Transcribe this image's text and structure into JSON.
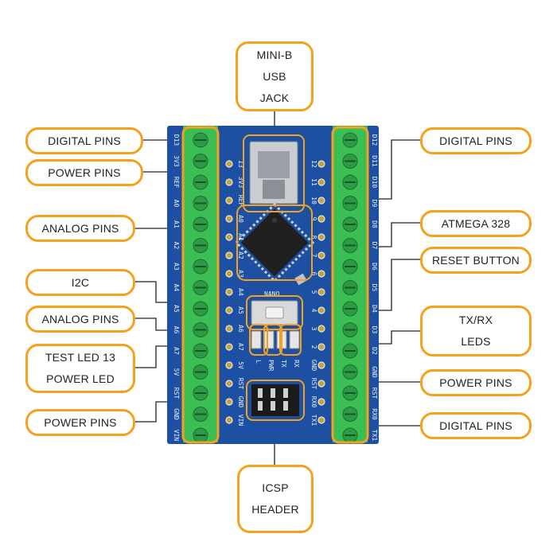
{
  "labels": {
    "mini_usb": [
      "MINI-B",
      "USB",
      "JACK"
    ],
    "digital_pins_top_left": "DIGITAL PINS",
    "power_pins_left": "POWER PINS",
    "analog_pins_left_1": "ANALOG PINS",
    "i2c": "I2C",
    "analog_pins_left_2": "ANALOG PINS",
    "test_led": [
      "TEST LED 13",
      "POWER LED"
    ],
    "power_pins_bottom_left": "POWER PINS",
    "digital_pins_top_right": "DIGITAL PINS",
    "atmega": "ATMEGA 328",
    "reset_button": "RESET BUTTON",
    "txrx": [
      "TX/RX",
      "LEDS"
    ],
    "power_pins_right": "POWER PINS",
    "digital_pins_bottom_right": "DIGITAL PINS",
    "icsp": [
      "ICSP",
      "HEADER"
    ]
  },
  "board": {
    "name": "NANO",
    "left_pin_labels": [
      "D13",
      "3V3",
      "REF",
      "A0",
      "A1",
      "A2",
      "A3",
      "A4",
      "A5",
      "A6",
      "A7",
      "5V",
      "RST",
      "GND",
      "VIN"
    ],
    "right_pin_labels": [
      "D12",
      "D11",
      "D10",
      "D9",
      "D8",
      "D7",
      "D6",
      "D5",
      "D4",
      "D3",
      "D2",
      "GND",
      "RST",
      "RX0",
      "TX1"
    ],
    "inner_left_labels": [
      "13",
      "3V3",
      "REF",
      "A0",
      "A1",
      "A2",
      "A3",
      "A4",
      "A5",
      "A6",
      "A7",
      "5V",
      "RST",
      "GND",
      "VIN"
    ],
    "inner_right_labels": [
      "12",
      "11",
      "10",
      "9",
      "8",
      "7",
      "6",
      "5",
      "4",
      "3",
      "2",
      "GND",
      "RST",
      "RX0",
      "TX1"
    ],
    "led_labels": [
      "L",
      "PWR",
      "TX",
      "RX"
    ]
  },
  "colors": {
    "accent": "#f4a21e",
    "pcb": "#1d4fa3",
    "terminal": "#3bbf55",
    "chip": "#222222"
  }
}
